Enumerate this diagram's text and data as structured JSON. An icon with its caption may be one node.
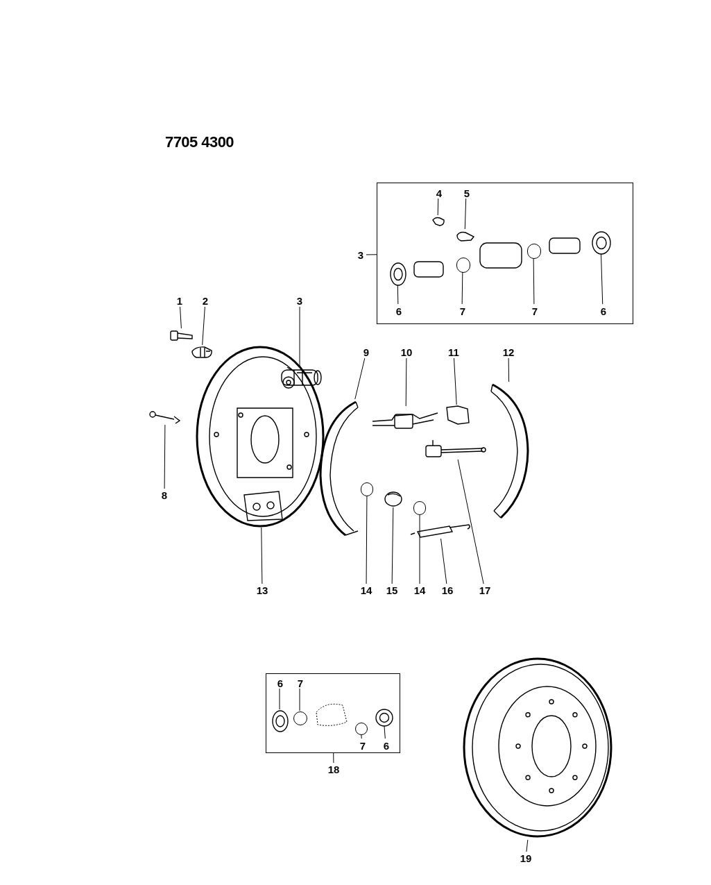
{
  "diagram": {
    "nodes": [
      {
        "text": [],
        "shape": "box"
      },
      {
        "text": [
          "3"
        ]
      },
      {
        "text": [
          "4"
        ],
        "in": 0
      },
      {
        "text": [],
        "shape": "picture",
        "in": 0
      },
      {
        "text": [
          "5"
        ],
        "in": 0
      },
      {
        "text": [],
        "shape": "picture",
        "in": 0
      },
      {
        "text": [],
        "shape": "picture",
        "in": 0
      },
      {
        "text": [
          "6"
        ],
        "in": 0
      },
      {
        "text": [],
        "shape": "circle",
        "in": 0
      },
      {
        "text": [
          "7"
        ],
        "in": 0
      },
      {
        "text": [],
        "shape": "circle",
        "in": 0
      },
      {
        "text": [
          "7"
        ],
        "in": 0
      },
      {
        "text": [],
        "shape": "picture",
        "in": 0
      },
      {
        "text": [
          "6"
        ],
        "in": 0
      },
      {
        "text": [
          "1"
        ]
      },
      {
        "text": [],
        "shape": "picture"
      },
      {
        "text": [
          "2"
        ]
      },
      {
        "text": [],
        "shape": "picture"
      },
      {
        "text": [
          "3"
        ]
      },
      {
        "text": [],
        "shape": "picture"
      },
      {
        "text": [],
        "shape": "picture",
        "in": 19
      },
      {
        "text": [],
        "shape": "picture"
      },
      {
        "text": [
          "8"
        ]
      },
      {
        "text": [
          "9"
        ]
      },
      {
        "text": [
          "10"
        ]
      },
      {
        "text": [
          "11"
        ]
      },
      {
        "text": [
          "12"
        ]
      },
      {
        "text": [],
        "shape": "picture"
      },
      {
        "text": [],
        "shape": "picture"
      },
      {
        "text": [],
        "shape": "picture"
      },
      {
        "text": [],
        "shape": "picture"
      },
      {
        "text": [],
        "shape": "picture"
      },
      {
        "text": [],
        "shape": "circle"
      },
      {
        "text": [],
        "shape": "picture"
      },
      {
        "text": [],
        "shape": "circle"
      },
      {
        "text": [],
        "shape": "picture"
      },
      {
        "text": [
          "13"
        ]
      },
      {
        "text": [
          "14"
        ]
      },
      {
        "text": [
          "15"
        ]
      },
      {
        "text": [
          "14"
        ]
      },
      {
        "text": [
          "16"
        ]
      },
      {
        "text": [
          "17"
        ]
      },
      {
        "text": [],
        "shape": "box"
      },
      {
        "text": [
          "6"
        ],
        "in": 42
      },
      {
        "text": [
          "7"
        ],
        "in": 42
      },
      {
        "text": [],
        "shape": "picture",
        "in": 42
      },
      {
        "text": [],
        "shape": "circle",
        "in": 42
      },
      {
        "text": [],
        "shape": "circle",
        "in": 42
      },
      {
        "text": [],
        "shape": "picture",
        "in": 42
      },
      {
        "text": [
          "7"
        ],
        "in": 42
      },
      {
        "text": [
          "6"
        ],
        "in": 42
      },
      {
        "text": [
          "18"
        ]
      },
      {
        "text": [],
        "shape": "picture"
      },
      {
        "text": [
          "19"
        ]
      }
    ],
    "edges": [
      {
        "from": 1,
        "to": 0,
        "arrow": "none"
      },
      {
        "from": 2,
        "to": 3,
        "arrow": "none"
      },
      {
        "from": 4,
        "to": 5,
        "arrow": "none"
      },
      {
        "from": 7,
        "to": 6,
        "arrow": "none"
      },
      {
        "from": 9,
        "to": 8,
        "arrow": "none"
      },
      {
        "from": 11,
        "to": 10,
        "arrow": "none"
      },
      {
        "from": 13,
        "to": 12,
        "arrow": "none"
      },
      {
        "from": 14,
        "to": 15,
        "arrow": "none"
      },
      {
        "from": 16,
        "to": 17,
        "arrow": "none"
      },
      {
        "from": 18,
        "to": 20,
        "arrow": "none"
      },
      {
        "from": 22,
        "to": 21,
        "arrow": "none"
      },
      {
        "from": 23,
        "to": 27,
        "arrow": "none"
      },
      {
        "from": 24,
        "to": 28,
        "arrow": "none"
      },
      {
        "from": 25,
        "to": 29,
        "arrow": "none"
      },
      {
        "from": 26,
        "to": 30,
        "arrow": "none"
      },
      {
        "from": 36,
        "to": 19,
        "arrow": "none"
      },
      {
        "from": 37,
        "to": 32,
        "arrow": "none"
      },
      {
        "from": 38,
        "to": 33,
        "arrow": "none"
      },
      {
        "from": 39,
        "to": 34,
        "arrow": "none"
      },
      {
        "from": 40,
        "to": 35,
        "arrow": "none"
      },
      {
        "from": 41,
        "to": 31,
        "arrow": "none"
      },
      {
        "from": 43,
        "to": 45,
        "arrow": "none"
      },
      {
        "from": 44,
        "to": 46,
        "arrow": "none"
      },
      {
        "from": 49,
        "to": 47,
        "arrow": "none"
      },
      {
        "from": 50,
        "to": 48,
        "arrow": "none"
      },
      {
        "from": 51,
        "to": 42,
        "arrow": "none"
      },
      {
        "from": 53,
        "to": 52,
        "arrow": "none"
      }
    ],
    "labels": [
      "7705 4300"
    ]
  }
}
